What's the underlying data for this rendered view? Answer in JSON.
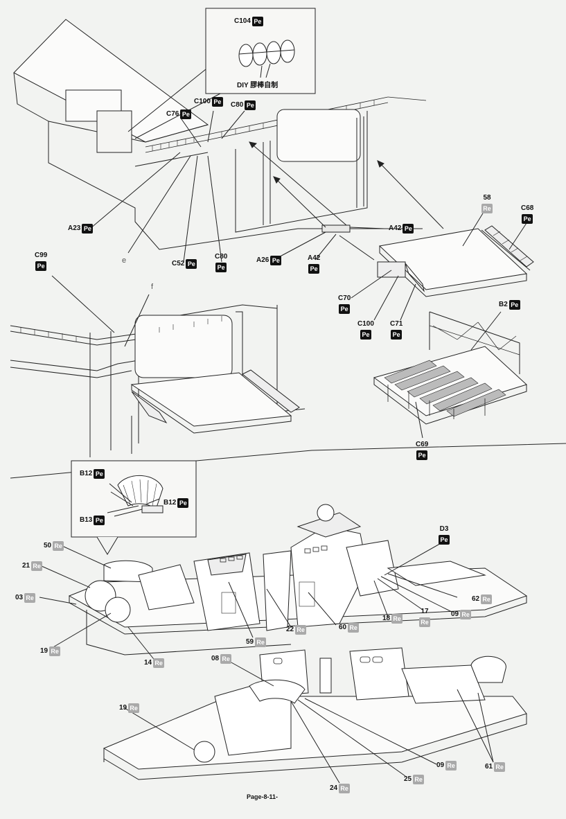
{
  "colors": {
    "ink": "#111111",
    "paper": "#f2f3f1",
    "pe_badge": "#111111",
    "re_badge": "#a9a9a9"
  },
  "inset_diy": {
    "part": "C104",
    "material": "Pe",
    "note": "DIY 膠棒自制"
  },
  "inset_b12": {
    "parts": [
      {
        "label": "B12",
        "material": "Pe"
      },
      {
        "label": "B12",
        "material": "Pe"
      },
      {
        "label": "B13",
        "material": "Pe"
      }
    ]
  },
  "callout_letters": [
    "e",
    "f"
  ],
  "step1_labels": [
    {
      "label": "C76",
      "material": "Pe"
    },
    {
      "label": "C100",
      "material": "Pe"
    },
    {
      "label": "C80",
      "material": "Pe"
    },
    {
      "label": "A23",
      "material": "Pe"
    },
    {
      "label": "C52",
      "material": "Pe"
    },
    {
      "label": "C80",
      "material": "Pe"
    },
    {
      "label": "A26",
      "material": "Pe"
    },
    {
      "label": "A42",
      "material": "Pe"
    },
    {
      "label": "A42",
      "material": "Pe"
    }
  ],
  "ramp_labels": [
    {
      "label": "58",
      "material": "Re"
    },
    {
      "label": "C68",
      "material": "Pe"
    },
    {
      "label": "C70",
      "material": "Pe"
    },
    {
      "label": "C100",
      "material": "Pe"
    },
    {
      "label": "C71",
      "material": "Pe"
    },
    {
      "label": "B2",
      "material": "Pe"
    },
    {
      "label": "C69",
      "material": "Pe"
    }
  ],
  "step2_labels": [
    {
      "label": "C99",
      "material": "Pe"
    }
  ],
  "island1_labels": [
    {
      "label": "50",
      "material": "Re"
    },
    {
      "label": "21",
      "material": "Re"
    },
    {
      "label": "03",
      "material": "Re"
    },
    {
      "label": "19",
      "material": "Re"
    },
    {
      "label": "14",
      "material": "Re"
    },
    {
      "label": "59",
      "material": "Re"
    },
    {
      "label": "22",
      "material": "Re"
    },
    {
      "label": "60",
      "material": "Re"
    },
    {
      "label": "D3",
      "material": "Pe"
    },
    {
      "label": "62",
      "material": "Re"
    },
    {
      "label": "18",
      "material": "Re"
    },
    {
      "label": "17",
      "material": "Re"
    },
    {
      "label": "09",
      "material": "Re"
    }
  ],
  "island2_labels": [
    {
      "label": "08",
      "material": "Re"
    },
    {
      "label": "19",
      "material": "Re"
    },
    {
      "label": "24",
      "material": "Re"
    },
    {
      "label": "25",
      "material": "Re"
    },
    {
      "label": "09",
      "material": "Re"
    },
    {
      "label": "61",
      "material": "Re"
    }
  ],
  "page_number": "Page-8-11-"
}
